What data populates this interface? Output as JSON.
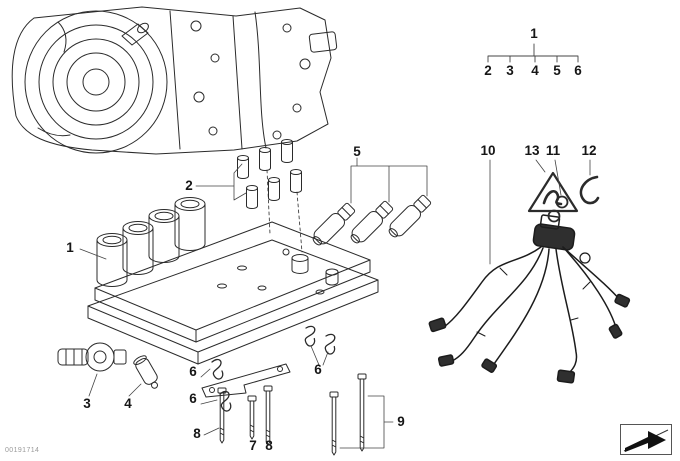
{
  "diagram": {
    "legend": {
      "parent": "1",
      "children": [
        "2",
        "3",
        "4",
        "5",
        "6"
      ]
    },
    "callouts": {
      "n1": "1",
      "n2": "2",
      "n3": "3",
      "n4": "4",
      "n5": "5",
      "n6": "6",
      "n7": "7",
      "n8": "8",
      "n9": "9",
      "n10": "10",
      "n11": "11",
      "n12": "12",
      "n13": "13"
    },
    "footer_code": "00191714",
    "colors": {
      "line": "#2b2b2b",
      "harness_fill": "#2f2f2f",
      "arrow_fill": "#111111"
    }
  }
}
